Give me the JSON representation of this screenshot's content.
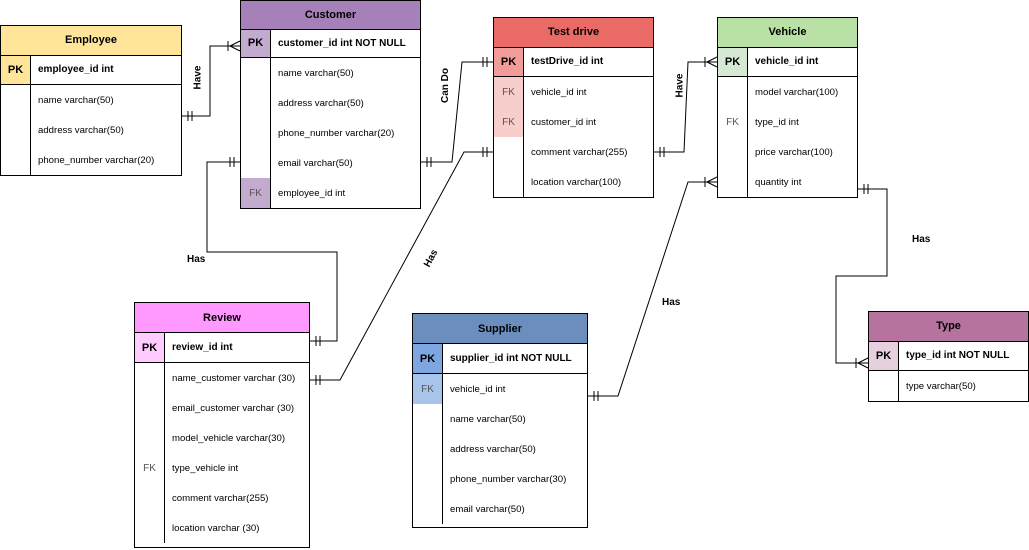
{
  "colors": {
    "employee_header": "#ffe599",
    "employee_key": "#ffe599",
    "customer_header": "#a680b8",
    "customer_key": "#c3abd0",
    "testdrive_header": "#ea6b66",
    "testdrive_key": "#f19c99",
    "testdrive_fk": "#f8cecc",
    "vehicle_header": "#b9e0a5",
    "vehicle_key": "#d5e8d4",
    "review_header": "#ff99ff",
    "review_key": "#ffccff",
    "supplier_header": "#6c8ebf",
    "supplier_key": "#7ea6e0",
    "supplier_fk": "#a9c4eb",
    "type_header": "#b5739d",
    "type_key": "#e6d0de"
  },
  "entities": {
    "employee": {
      "title": "Employee",
      "pk": {
        "key": "PK",
        "name": "employee_id int"
      },
      "fields": [
        {
          "key": "",
          "name": "name varchar(50)"
        },
        {
          "key": "",
          "name": "address varchar(50)"
        },
        {
          "key": "",
          "name": "phone_number  varchar(20)"
        }
      ]
    },
    "customer": {
      "title": "Customer",
      "pk": {
        "key": "PK",
        "name": "customer_id int NOT NULL"
      },
      "fields": [
        {
          "key": "",
          "name": "name varchar(50)"
        },
        {
          "key": "",
          "name": "address varchar(50)"
        },
        {
          "key": "",
          "name": "phone_number varchar(20)"
        },
        {
          "key": "",
          "name": "email varchar(50)"
        },
        {
          "key": "FK",
          "name": "employee_id int"
        }
      ]
    },
    "testdrive": {
      "title": "Test drive",
      "pk": {
        "key": "PK",
        "name": "testDrive_id int"
      },
      "fields": [
        {
          "key": "FK",
          "name": "vehicle_id int"
        },
        {
          "key": "FK",
          "name": "customer_id int"
        },
        {
          "key": "",
          "name": "comment varchar(255)"
        },
        {
          "key": "",
          "name": "location varchar(100)"
        }
      ]
    },
    "vehicle": {
      "title": "Vehicle",
      "pk": {
        "key": "PK",
        "name": "vehicle_id int"
      },
      "fields": [
        {
          "key": "",
          "name": "model varchar(100)"
        },
        {
          "key": "FK",
          "name": "type_id int"
        },
        {
          "key": "",
          "name": "price varchar(100)"
        },
        {
          "key": "",
          "name": "quantity int"
        }
      ]
    },
    "review": {
      "title": "Review",
      "pk": {
        "key": "PK",
        "name": "review_id int"
      },
      "fields": [
        {
          "key": "",
          "name": "name_customer varchar (30)"
        },
        {
          "key": "",
          "name": "email_customer varchar (30)"
        },
        {
          "key": "",
          "name": "model_vehicle varchar(30)"
        },
        {
          "key": "FK",
          "name": "type_vehicle int"
        },
        {
          "key": "",
          "name": "comment varchar(255)"
        },
        {
          "key": "",
          "name": " location varchar (30)"
        }
      ]
    },
    "supplier": {
      "title": "Supplier",
      "pk": {
        "key": "PK",
        "name": "supplier_id int NOT NULL"
      },
      "fields": [
        {
          "key": "FK",
          "name": "vehicle_id int"
        },
        {
          "key": "",
          "name": "name varchar(50)"
        },
        {
          "key": "",
          "name": "address varchar(50)"
        },
        {
          "key": "",
          "name": "phone_number varchar(30)"
        },
        {
          "key": "",
          "name": "email varchar(50)"
        }
      ]
    },
    "type": {
      "title": "Type",
      "pk": {
        "key": "PK",
        "name": "type_id int NOT NULL"
      },
      "fields": [
        {
          "key": "",
          "name": "type varchar(50)"
        }
      ]
    }
  },
  "relations": {
    "employee_customer": "Have",
    "customer_testdrive": "Can Do",
    "testdrive_vehicle": "Have",
    "customer_review": "Has",
    "testdrive_review": "Has",
    "vehicle_supplier": "Has",
    "vehicle_type": "Has"
  }
}
